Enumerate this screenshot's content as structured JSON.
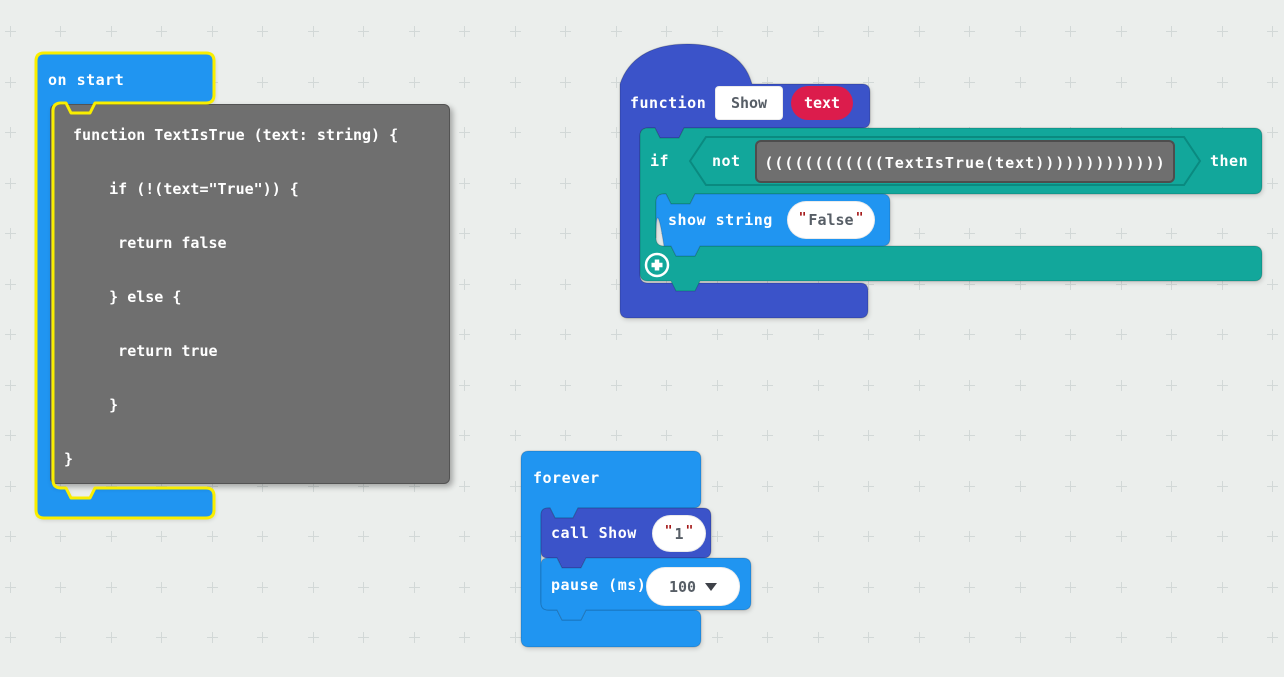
{
  "canvas": {
    "bg": "#EBEEEC",
    "grid_color": "#D2D8D7"
  },
  "colors": {
    "basic_blue": "#2095F1",
    "function_indigo": "#3B53C9",
    "logic_teal": "#12A79B",
    "logic_teal_border": "#0A8A80",
    "selection_yellow": "#F9EE00",
    "parameter_red": "#DC1C4C",
    "code_gray": "#6F6F6F"
  },
  "strings": {
    "quote": "\""
  },
  "on_start": {
    "label": "on start",
    "selected": true,
    "code_lines": [
      " function TextIsTrue (text: string) {",
      "     if (!(text=\"True\")) {",
      "      return false",
      "     } else {",
      "      return true",
      "     }",
      "}"
    ]
  },
  "function_def": {
    "keyword": "function",
    "name": "Show",
    "param": "text"
  },
  "if_block": {
    "if_label": "if",
    "not_label": "not",
    "condition": "((((((((((((TextIsTrue(text)))))))))))))",
    "then_label": "then"
  },
  "show_string": {
    "label": "show string",
    "value": "False"
  },
  "forever": {
    "label": "forever"
  },
  "call_show": {
    "label": "call Show",
    "arg": "1"
  },
  "pause": {
    "label": "pause (ms)",
    "value": "100"
  }
}
